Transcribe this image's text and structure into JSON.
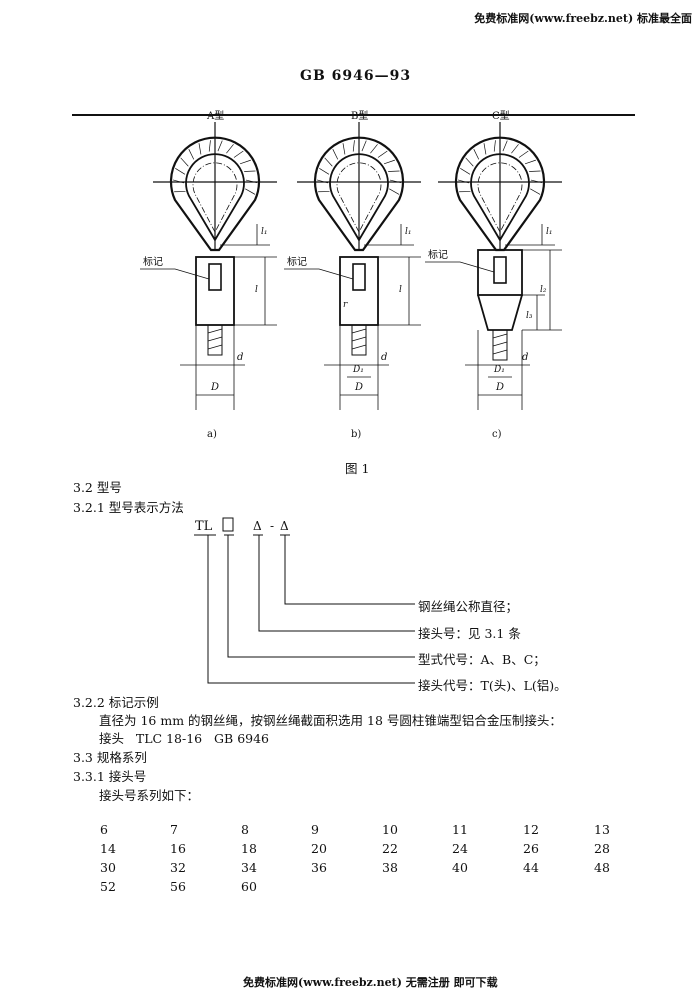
{
  "watermark_top": "免费标准网(www.freebz.net) 标准最全面",
  "header": "GB 6946—93",
  "figure": {
    "caption": "图 1",
    "mark_label": "标记",
    "panels": [
      {
        "type_label": "A型",
        "sub_label": "a)",
        "dims": [
          "l1",
          "l",
          "d",
          "D"
        ]
      },
      {
        "type_label": "B型",
        "sub_label": "b)",
        "dims": [
          "l1",
          "l",
          "r",
          "d",
          "D1",
          "D"
        ]
      },
      {
        "type_label": "C型",
        "sub_label": "c)",
        "dims": [
          "l1",
          "l2",
          "l3",
          "d",
          "D1",
          "D"
        ]
      }
    ]
  },
  "sections": {
    "s32": "3.2  型号",
    "s321": "3.2.1  型号表示方法",
    "model_code": {
      "prefix": "TL",
      "sep": "-",
      "triangle": "Δ"
    },
    "legend": [
      "钢丝绳公称直径；",
      "接头号：见 3.1 条",
      "型式代号：A、B、C；",
      "接头代号：T(头)、L(铝)。"
    ],
    "s322": "3.2.2  标记示例",
    "example_text": "直径为 16 mm 的钢丝绳，按钢丝绳截面积选用 18 号圆柱锥端型铝合金压制接头：",
    "example_code": "接头   TLC 18-16   GB 6946",
    "s33": "3.3  规格系列",
    "s331": "3.3.1  接头号",
    "series_intro": "接头号系列如下：",
    "series_rows": [
      [
        "6",
        "7",
        "8",
        "9",
        "10",
        "11",
        "12",
        "13"
      ],
      [
        "14",
        "16",
        "18",
        "20",
        "22",
        "24",
        "26",
        "28"
      ],
      [
        "30",
        "32",
        "34",
        "36",
        "38",
        "40",
        "44",
        "48"
      ],
      [
        "52",
        "56",
        "60"
      ]
    ]
  },
  "watermark_bottom": "免费标准网(www.freebz.net) 无需注册 即可下载"
}
